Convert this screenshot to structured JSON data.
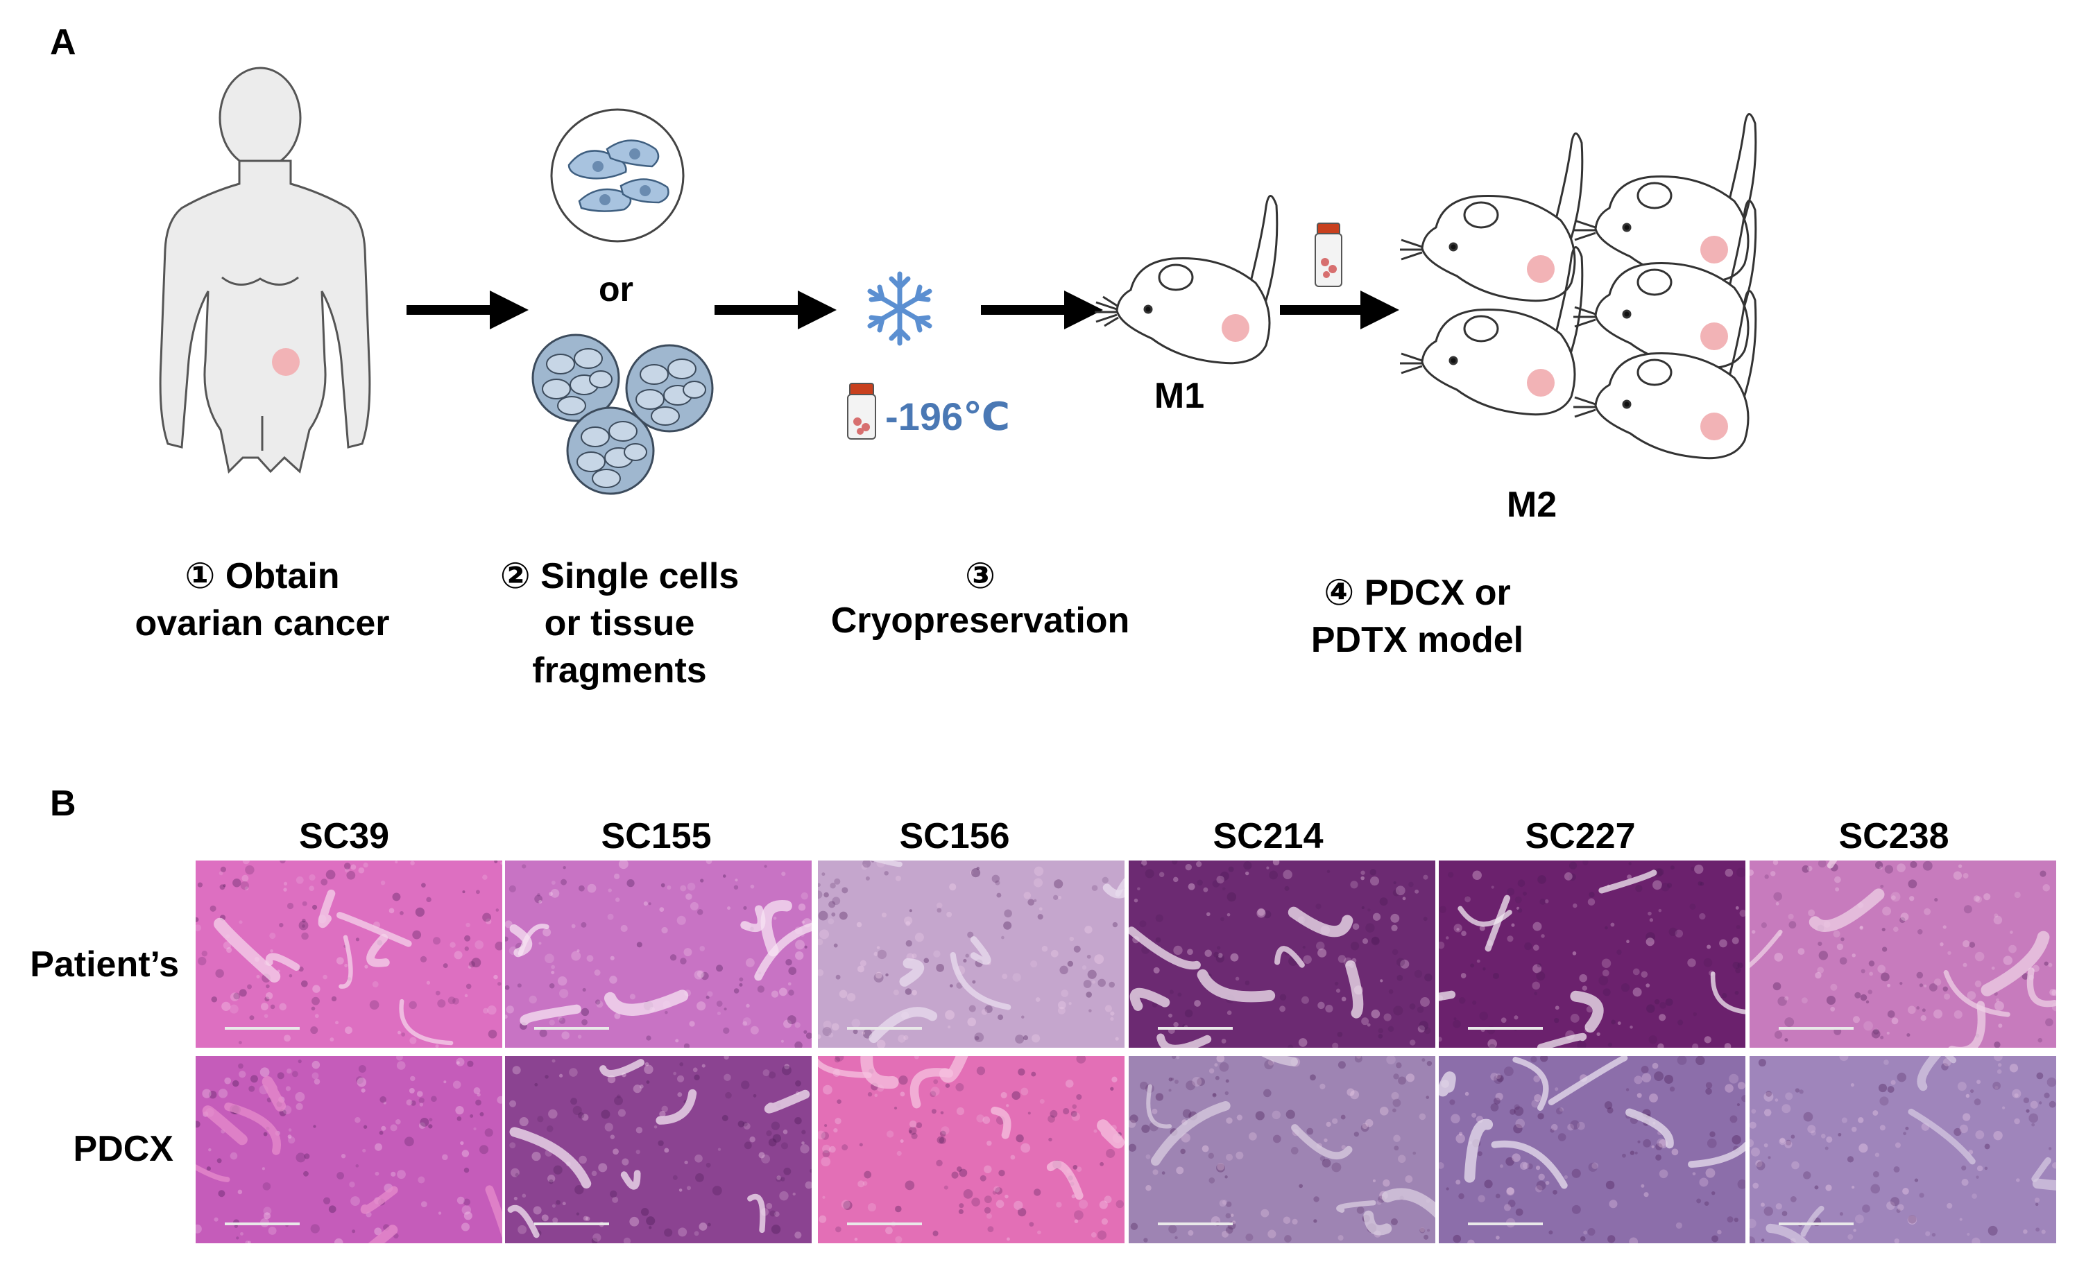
{
  "panel_a": {
    "label": "A",
    "or_label": "or",
    "temperature": "-196℃",
    "mouse_m1": "M1",
    "mouse_m2": "M2",
    "steps": [
      {
        "lines": [
          "① Obtain",
          "ovarian cancer"
        ]
      },
      {
        "lines": [
          "② Single cells",
          "or tissue",
          "fragments"
        ]
      },
      {
        "lines": [
          "③",
          "Cryopreservation"
        ]
      },
      {
        "lines": [
          "④ PDCX or",
          "PDTX model"
        ]
      }
    ],
    "icons": [
      "human-body-icon",
      "cells-dish-icon",
      "tissue-fragments-icon",
      "snowflake-icon",
      "cryovial-icon",
      "mouse-icon"
    ],
    "colors": {
      "arrow": "#000000",
      "tumor": "#f2b3b6",
      "cell": "#a8c3df",
      "snowflake": "#5b8fd1",
      "temperature_text": "#4a78b4",
      "vial_cap": "#c8401e"
    }
  },
  "panel_b": {
    "label": "B",
    "columns": [
      "SC39",
      "SC155",
      "SC156",
      "SC214",
      "SC227",
      "SC238"
    ],
    "rows": [
      "Patient’s",
      "PDCX"
    ],
    "tiles": [
      [
        {
          "base": "#dd6fc1",
          "feature": "#f4d3ea"
        },
        {
          "base": "#c873c4",
          "feature": "#f7e3f3"
        },
        {
          "base": "#c5a6cd",
          "feature": "#e8dced"
        },
        {
          "base": "#6c2a72",
          "feature": "#f1e6f0"
        },
        {
          "base": "#6b216d",
          "feature": "#f2e9f1"
        },
        {
          "base": "#c77bbd",
          "feature": "#eed0e6"
        }
      ],
      [
        {
          "base": "#c55cba",
          "feature": "#e58ccb"
        },
        {
          "base": "#8b4391",
          "feature": "#f3e4f1"
        },
        {
          "base": "#e36fb6",
          "feature": "#f5c2df"
        },
        {
          "base": "#9e84b3",
          "feature": "#d9cde0"
        },
        {
          "base": "#8c6eaa",
          "feature": "#e8e0ee"
        },
        {
          "base": "#9f85bb",
          "feature": "#d4c8e0"
        }
      ]
    ]
  }
}
